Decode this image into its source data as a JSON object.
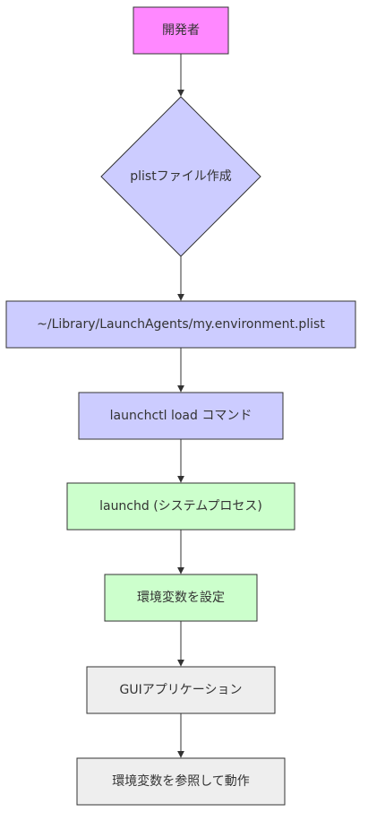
{
  "diagram": {
    "type": "flowchart",
    "direction": "top-down",
    "nodes": [
      {
        "id": "developer",
        "label": "開発者",
        "shape": "rect",
        "fill": "#ff88ff",
        "stroke": "#333333"
      },
      {
        "id": "create-plist",
        "label": "plistファイル作成",
        "shape": "diamond",
        "fill": "#ccccff",
        "stroke": "#333333"
      },
      {
        "id": "plist-path",
        "label": "~/Library/LaunchAgents/my.environment.plist",
        "shape": "rect",
        "fill": "#ccccff",
        "stroke": "#333333"
      },
      {
        "id": "launchctl-command",
        "label": "launchctl load コマンド",
        "shape": "rect",
        "fill": "#ccccff",
        "stroke": "#333333"
      },
      {
        "id": "launchd",
        "label": "launchd (システムプロセス)",
        "shape": "rect",
        "fill": "#ccffcc",
        "stroke": "#333333"
      },
      {
        "id": "set-env",
        "label": "環境変数を設定",
        "shape": "rect",
        "fill": "#ccffcc",
        "stroke": "#333333"
      },
      {
        "id": "gui-app",
        "label": "GUIアプリケーション",
        "shape": "rect",
        "fill": "#eeeeee",
        "stroke": "#333333"
      },
      {
        "id": "run-with-env",
        "label": "環境変数を参照して動作",
        "shape": "rect",
        "fill": "#eeeeee",
        "stroke": "#333333"
      }
    ],
    "edges": [
      {
        "from": "developer",
        "to": "create-plist"
      },
      {
        "from": "create-plist",
        "to": "plist-path"
      },
      {
        "from": "plist-path",
        "to": "launchctl-command"
      },
      {
        "from": "launchctl-command",
        "to": "launchd"
      },
      {
        "from": "launchd",
        "to": "set-env"
      },
      {
        "from": "set-env",
        "to": "gui-app"
      },
      {
        "from": "gui-app",
        "to": "run-with-env"
      }
    ]
  }
}
